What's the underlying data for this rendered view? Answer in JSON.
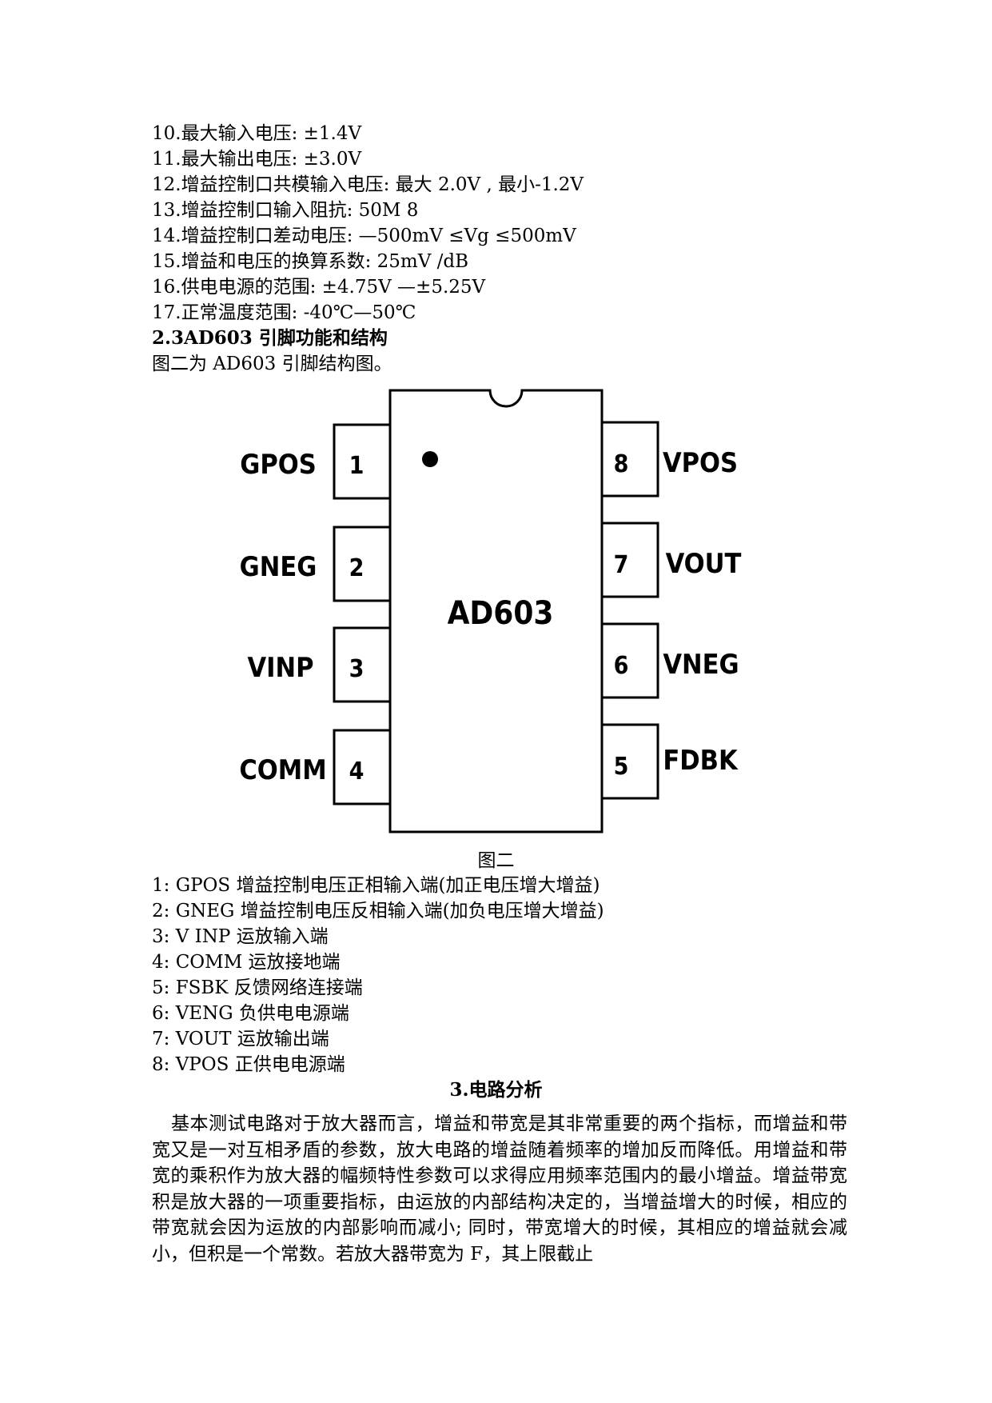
{
  "specs": [
    "10.最大输入电压: ±1.4V",
    "11.最大输出电压: ±3.0V",
    "12.增益控制口共模输入电压: 最大 2.0V , 最小-1.2V",
    "13.增益控制口输入阻抗: 50M 8",
    "14.增益控制口差动电压: —500mV ≤Vg ≤500mV",
    "15.增益和电压的换算系数: 25mV /dB",
    "16.供电电源的范围: ±4.75V —±5.25V",
    "17.正常温度范围: -40℃—50℃"
  ],
  "section_2_3": {
    "heading": "2.3AD603  引脚功能和结构",
    "intro": "图二为 AD603 引脚结构图。"
  },
  "figure": {
    "chip_name": "AD603",
    "left_pins": [
      {
        "number": "1",
        "label": "GPOS"
      },
      {
        "number": "2",
        "label": "GNEG"
      },
      {
        "number": "3",
        "label": "VINP"
      },
      {
        "number": "4",
        "label": "COMM"
      }
    ],
    "right_pins": [
      {
        "number": "8",
        "label": "VPOS"
      },
      {
        "number": "7",
        "label": "VOUT"
      },
      {
        "number": "6",
        "label": "VNEG"
      },
      {
        "number": "5",
        "label": "FDBK"
      }
    ],
    "caption": "图二"
  },
  "pin_descriptions": [
    "1: GPOS  增益控制电压正相输入端(加正电压增大增益)",
    "2: GNEG  增益控制电压反相输入端(加负电压增大增益)",
    "3: V INP  运放输入端",
    "4: COMM  运放接地端",
    "5: FSBK  反馈网络连接端",
    "6: VENG  负供电电源端",
    "7: VOUT  运放输出端",
    "8: VPOS  正供电电源端"
  ],
  "section_3": {
    "heading": "3.电路分析",
    "paragraph": "基本测试电路对于放大器而言，增益和带宽是其非常重要的两个指标，而增益和带宽又是一对互相矛盾的参数，放大电路的增益随着频率的增加反而降低。用增益和带宽的乘积作为放大器的幅频特性参数可以求得应用频率范围内的最小增益。增益带宽积是放大器的一项重要指标，由运放的内部结构决定的，当增益增大的时候，相应的带宽就会因为运放的内部影响而减小; 同时，带宽增大的时候，其相应的增益就会减小，但积是一个常数。若放大器带宽为 F，其上限截止"
  }
}
